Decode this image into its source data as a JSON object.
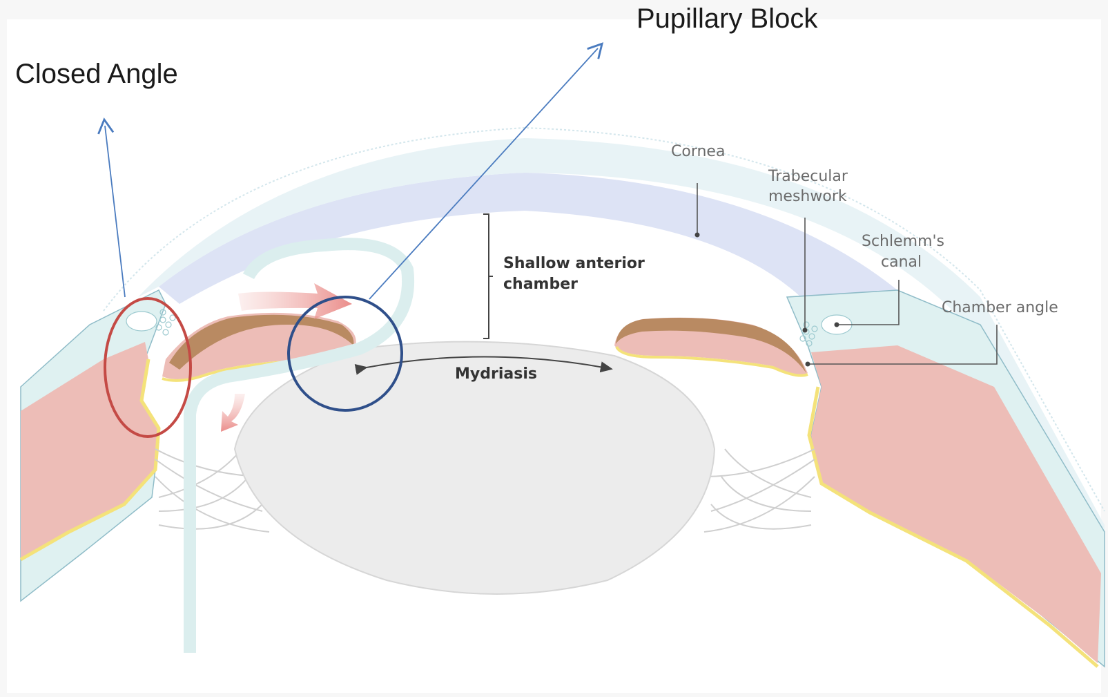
{
  "annotations": {
    "closed_angle": "Closed Angle",
    "pupillary_block": "Pupillary Block"
  },
  "labels": {
    "cornea": "Cornea",
    "trabecular_line1": "Trabecular",
    "trabecular_line2": "meshwork",
    "schlemm_line1": "Schlemm's",
    "schlemm_line2": "canal",
    "chamber_angle": "Chamber angle",
    "shallow_line1": "Shallow anterior",
    "shallow_line2": "chamber",
    "mydriasis": "Mydriasis"
  },
  "colors": {
    "cornea_tint": "#dde3f5",
    "sclera_tint": "#dff1f1",
    "iris_tissue": "#edbdb7",
    "iris_pigment": "#b98a62",
    "yellow_edge": "#f4e27a",
    "lens": "#ececec",
    "highlight_red": "#c44a45",
    "highlight_blue": "#2f4f8a",
    "arrow_blue": "#4a7bbf",
    "flow_arrow": "#e8908f"
  }
}
